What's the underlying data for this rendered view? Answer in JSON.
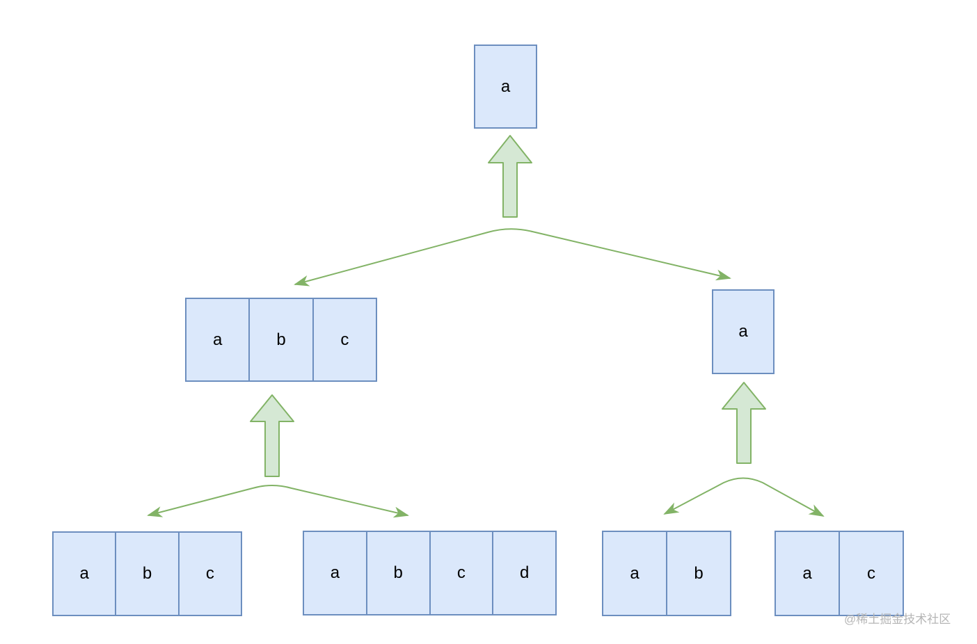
{
  "diagram": {
    "title": "array-merge-tree",
    "watermark": "@稀土掘金技术社区",
    "nodes": {
      "root": {
        "cells": [
          "a"
        ]
      },
      "child_left": {
        "cells": [
          "a",
          "b",
          "c"
        ]
      },
      "child_right": {
        "cells": [
          "a"
        ]
      },
      "grandchild_left_1": {
        "cells": [
          "a",
          "b",
          "c"
        ]
      },
      "grandchild_left_2": {
        "cells": [
          "a",
          "b",
          "c",
          "d"
        ]
      },
      "grandchild_right_1": {
        "cells": [
          "a",
          "b"
        ]
      },
      "grandchild_right_2": {
        "cells": [
          "a",
          "c"
        ]
      }
    },
    "edges": [
      {
        "parent": "root",
        "children": [
          "child_left",
          "child_right"
        ],
        "up_arrow": true
      },
      {
        "parent": "child_left",
        "children": [
          "grandchild_left_1",
          "grandchild_left_2"
        ],
        "up_arrow": true
      },
      {
        "parent": "child_right",
        "children": [
          "grandchild_right_1",
          "grandchild_right_2"
        ],
        "up_arrow": true
      }
    ],
    "colors": {
      "node_fill": "#dbe8fb",
      "node_border": "#6c8ebf",
      "block_arrow_fill": "#d5e8d4",
      "block_arrow_border": "#82b366",
      "connector": "#82b366",
      "cell_text": "#000000",
      "watermark_text": "#b5b5b5",
      "background": "#ffffff"
    }
  }
}
